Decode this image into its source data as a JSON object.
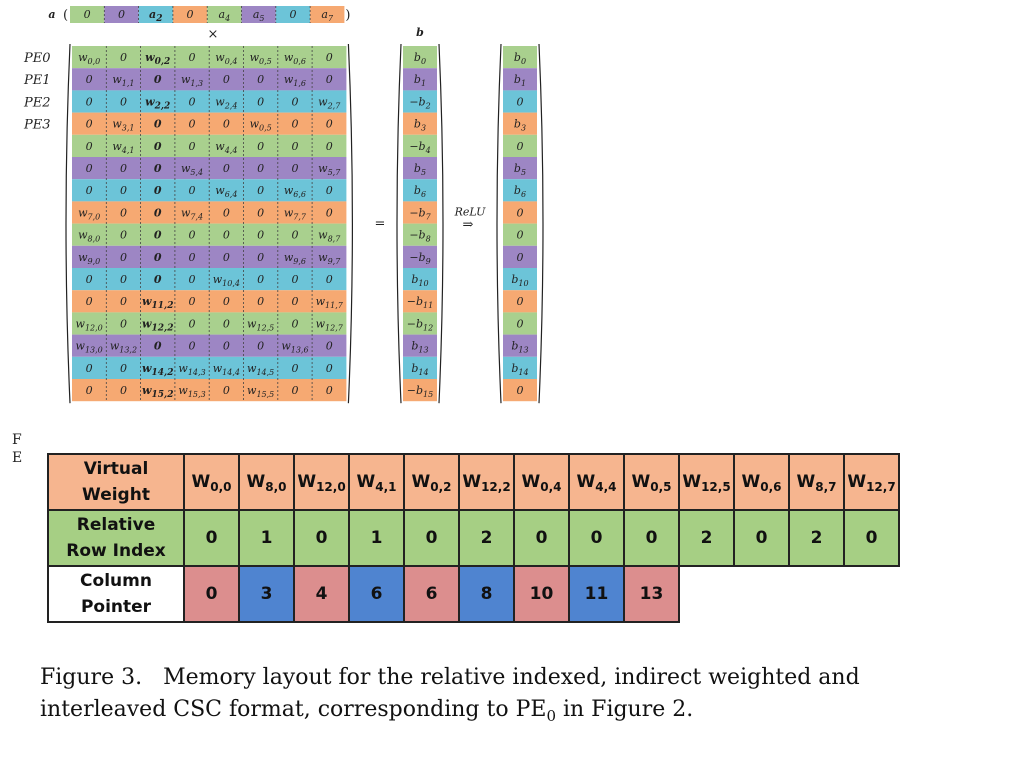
{
  "figure": {
    "vector_a": {
      "label": "a",
      "entries": [
        {
          "t": "0",
          "c": "green"
        },
        {
          "t": "0",
          "c": "purple"
        },
        {
          "t": "a2",
          "c": "blue",
          "b": true
        },
        {
          "t": "0",
          "c": "orange"
        },
        {
          "t": "a4",
          "c": "green"
        },
        {
          "t": "a5",
          "c": "purple"
        },
        {
          "t": "0",
          "c": "blue"
        },
        {
          "t": "a7",
          "c": "orange"
        }
      ]
    },
    "times_symbol": "×",
    "pe_labels": [
      "PE0",
      "PE1",
      "PE2",
      "PE3"
    ],
    "row_colors": [
      "green",
      "purple",
      "blue",
      "orange",
      "green",
      "purple",
      "blue",
      "orange",
      "green",
      "purple",
      "blue",
      "orange",
      "green",
      "purple",
      "blue",
      "orange"
    ],
    "matrix": [
      [
        "w0,0",
        "0",
        "w0,2",
        "0",
        "w0,4",
        "w0,5",
        "w0,6",
        "0"
      ],
      [
        "0",
        "w1,1",
        "0",
        "w1,3",
        "0",
        "0",
        "w1,6",
        "0"
      ],
      [
        "0",
        "0",
        "w2,2",
        "0",
        "w2,4",
        "0",
        "0",
        "w2,7"
      ],
      [
        "0",
        "w3,1",
        "0",
        "0",
        "0",
        "w0,5",
        "0",
        "0"
      ],
      [
        "0",
        "w4,1",
        "0",
        "0",
        "w4,4",
        "0",
        "0",
        "0"
      ],
      [
        "0",
        "0",
        "0",
        "w5,4",
        "0",
        "0",
        "0",
        "w5,7"
      ],
      [
        "0",
        "0",
        "0",
        "0",
        "w6,4",
        "0",
        "w6,6",
        "0"
      ],
      [
        "w7,0",
        "0",
        "0",
        "w7,4",
        "0",
        "0",
        "w7,7",
        "0"
      ],
      [
        "w8,0",
        "0",
        "0",
        "0",
        "0",
        "0",
        "0",
        "w8,7"
      ],
      [
        "w9,0",
        "0",
        "0",
        "0",
        "0",
        "0",
        "w9,6",
        "w9,7"
      ],
      [
        "0",
        "0",
        "0",
        "0",
        "w10,4",
        "0",
        "0",
        "0"
      ],
      [
        "0",
        "0",
        "w11,2",
        "0",
        "0",
        "0",
        "0",
        "w11,7"
      ],
      [
        "w12,0",
        "0",
        "w12,2",
        "0",
        "0",
        "w12,5",
        "0",
        "w12,7"
      ],
      [
        "w13,0",
        "w13,2",
        "0",
        "0",
        "0",
        "0",
        "w13,6",
        "0"
      ],
      [
        "0",
        "0",
        "w14,2",
        "w14,3",
        "w14,4",
        "w14,5",
        "0",
        "0"
      ],
      [
        "0",
        "0",
        "w15,2",
        "w15,3",
        "0",
        "w15,5",
        "0",
        "0"
      ]
    ],
    "bold_column": 2,
    "equals_symbol": "=",
    "vector_b": {
      "label": "b",
      "entries": [
        "b0",
        "b1",
        "−b2",
        "b3",
        "−b4",
        "b5",
        "b6",
        "−b7",
        "−b8",
        "−b9",
        "b10",
        "−b11",
        "−b12",
        "b13",
        "b14",
        "−b15"
      ]
    },
    "relu": {
      "label": "ReLU",
      "arrow": "⇒"
    },
    "vector_out": {
      "entries": [
        "b0",
        "b1",
        "0",
        "b3",
        "0",
        "b5",
        "b6",
        "0",
        "0",
        "0",
        "b10",
        "0",
        "0",
        "b13",
        "b14",
        "0"
      ]
    },
    "colors": {
      "green": "#a9d08e",
      "purple": "#9d86c4",
      "blue": "#6cc4d8",
      "orange": "#f6a972"
    }
  },
  "edge_fragment": [
    "F",
    "E"
  ],
  "table": {
    "rows": [
      {
        "header_line1": "Virtual",
        "header_line2": "Weight",
        "row_color": "#f6b58f",
        "cells": [
          {
            "base": "W",
            "sub": "0,0"
          },
          {
            "base": "W",
            "sub": "8,0"
          },
          {
            "base": "W",
            "sub": "12,0"
          },
          {
            "base": "W",
            "sub": "4,1"
          },
          {
            "base": "W",
            "sub": "0,2"
          },
          {
            "base": "W",
            "sub": "12,2"
          },
          {
            "base": "W",
            "sub": "0,4"
          },
          {
            "base": "W",
            "sub": "4,4"
          },
          {
            "base": "W",
            "sub": "0,5"
          },
          {
            "base": "W",
            "sub": "12,5"
          },
          {
            "base": "W",
            "sub": "0,6"
          },
          {
            "base": "W",
            "sub": "8,7"
          },
          {
            "base": "W",
            "sub": "12,7"
          }
        ]
      },
      {
        "header_line1": "Relative",
        "header_line2": "Row Index",
        "row_color": "#a6cf84",
        "cells": [
          "0",
          "1",
          "0",
          "1",
          "0",
          "2",
          "0",
          "0",
          "0",
          "2",
          "0",
          "2",
          "0"
        ]
      },
      {
        "header_line1": "Column",
        "header_line2": "Pointer",
        "row_color": "#ffffff",
        "cells": [
          {
            "v": "0",
            "c": "#dc8e8e"
          },
          {
            "v": "3",
            "c": "#4f84d0"
          },
          {
            "v": "4",
            "c": "#dc8e8e"
          },
          {
            "v": "6",
            "c": "#4f84d0"
          },
          {
            "v": "6",
            "c": "#dc8e8e"
          },
          {
            "v": "8",
            "c": "#4f84d0"
          },
          {
            "v": "10",
            "c": "#dc8e8e"
          },
          {
            "v": "11",
            "c": "#4f84d0"
          },
          {
            "v": "13",
            "c": "#dc8e8e"
          }
        ]
      }
    ]
  },
  "caption": {
    "label": "Figure 3.",
    "text_before": "Memory layout for the relative indexed, indirect weighted and interleaved CSC format, corresponding to PE",
    "sub": "0",
    "text_after": " in Figure 2."
  }
}
